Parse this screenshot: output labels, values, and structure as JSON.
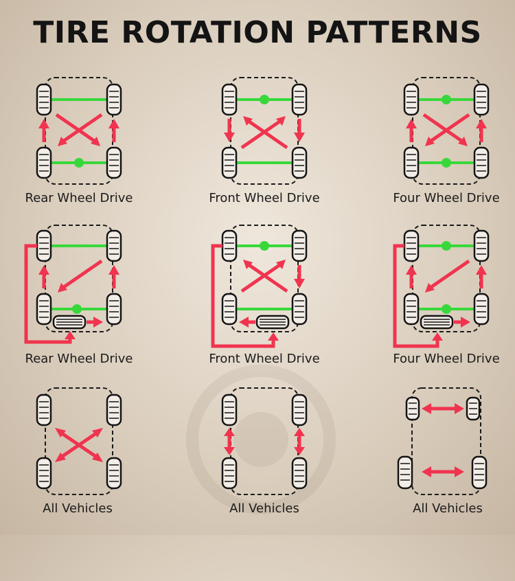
{
  "title": "TIRE ROTATION PATTERNS",
  "colors": {
    "arrow": "#f0344f",
    "axle": "#38d83a",
    "tire": "#141414",
    "frame": "#1a1a1a"
  },
  "rows": [
    {
      "captions": [
        "Rear Wheel Drive",
        "Front Wheel Drive",
        "Four Wheel Drive"
      ]
    },
    {
      "captions": [
        "Rear Wheel Drive",
        "Front Wheel Drive",
        "Four Wheel Drive"
      ]
    },
    {
      "captions": [
        "All Vehicles",
        "All Vehicles",
        "All Vehicles"
      ]
    }
  ]
}
